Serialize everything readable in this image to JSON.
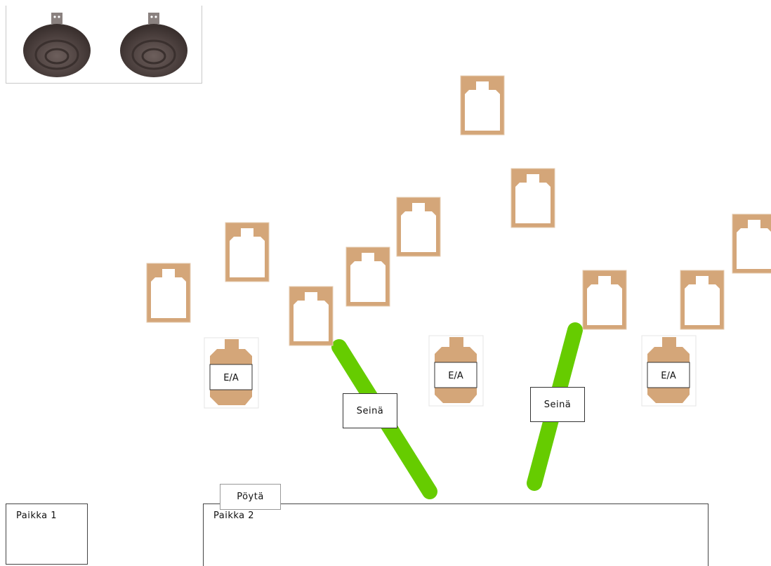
{
  "steel_targets": [
    "steel-1",
    "steel-2"
  ],
  "paper_targets": [
    {
      "id": "t1"
    },
    {
      "id": "t2"
    },
    {
      "id": "t3"
    },
    {
      "id": "t4"
    },
    {
      "id": "t5"
    },
    {
      "id": "t6"
    },
    {
      "id": "t7"
    },
    {
      "id": "t8"
    },
    {
      "id": "t9"
    },
    {
      "id": "t10"
    },
    {
      "id": "t11"
    }
  ],
  "no_shoot_targets": [
    {
      "label": "E/A"
    },
    {
      "label": "E/A"
    },
    {
      "label": "E/A"
    }
  ],
  "walls": [
    {
      "label": "Seinä"
    },
    {
      "label": "Seinä"
    }
  ],
  "table": {
    "label": "Pöytä"
  },
  "positions": [
    {
      "label": "Paikka 1"
    },
    {
      "label": "Paikka 2"
    }
  ],
  "colors": {
    "wall": "#66cc00",
    "cardboard": "#d4a679",
    "cardboard_dark": "#c8936a",
    "paper_face": "#ffffff",
    "steel": "#5a4c4a"
  }
}
